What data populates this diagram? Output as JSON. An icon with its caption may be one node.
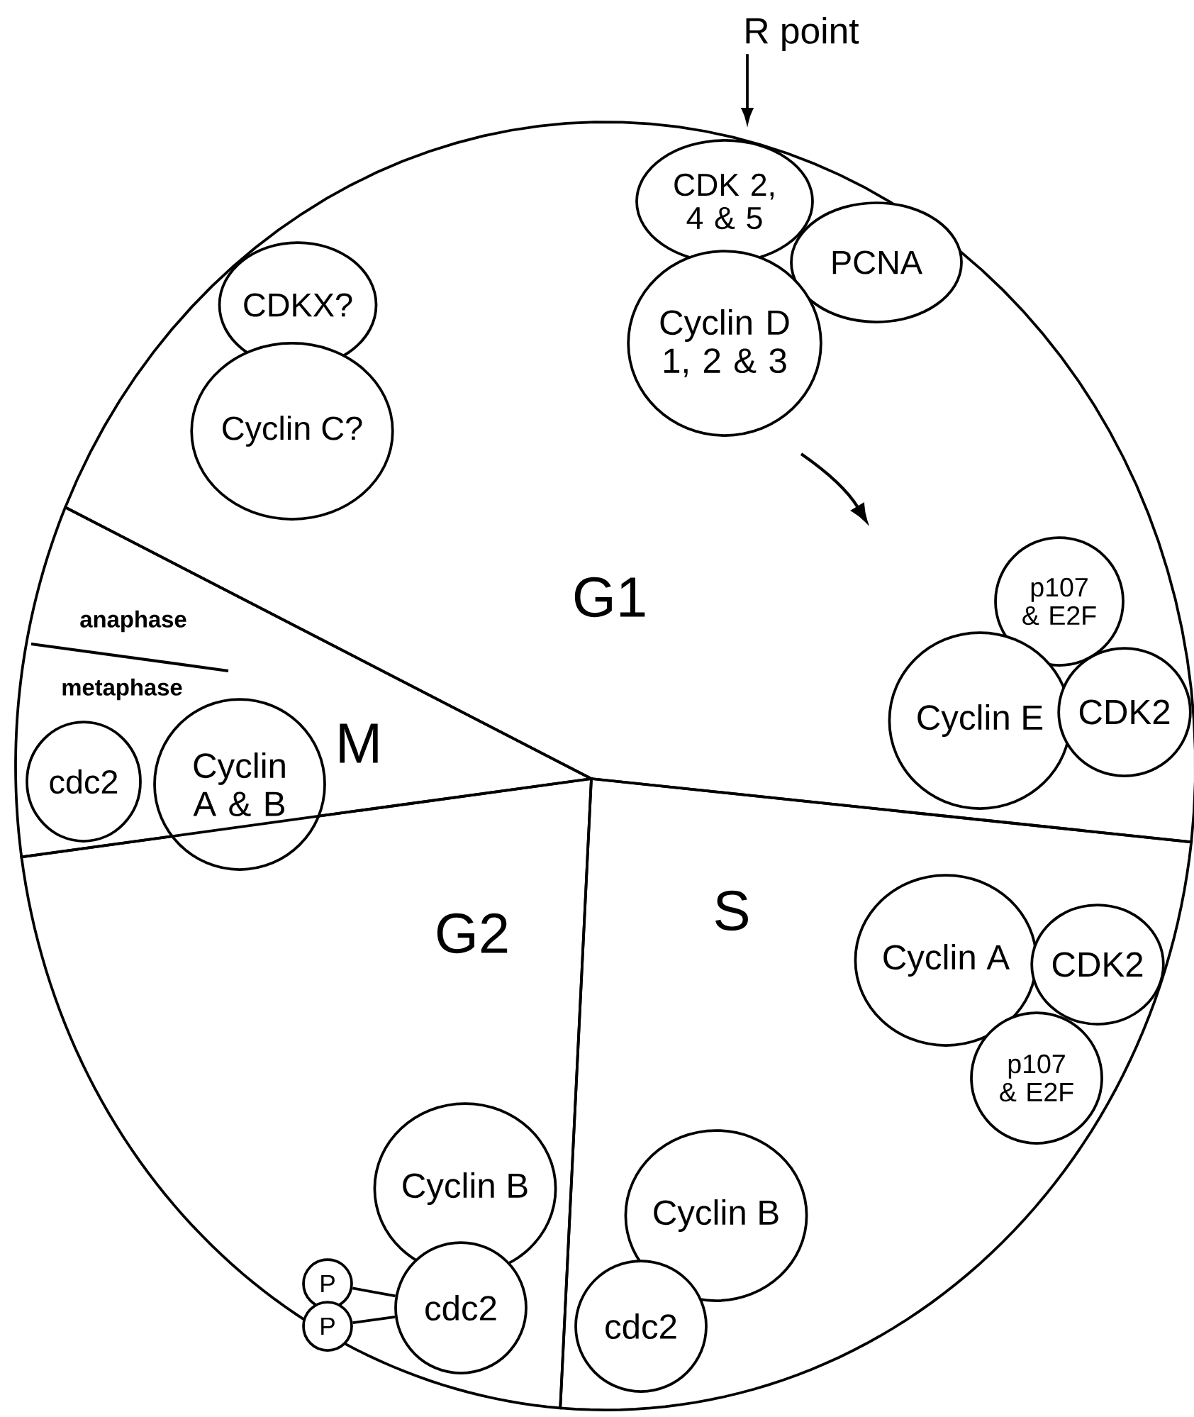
{
  "diagram": {
    "nodes": [
      {
        "text": [
          "R point"
        ]
      },
      {
        "text": [
          "G1"
        ]
      },
      {
        "text": [
          "CDKX?"
        ],
        "in": 1
      },
      {
        "text": [
          "Cyclin C?"
        ],
        "in": 1
      },
      {
        "text": [
          "CDK 2, 4 & 5"
        ],
        "in": 1
      },
      {
        "text": [
          "PCNA"
        ],
        "in": 1
      },
      {
        "text": [
          "Cyclin D 1, 2 & 3"
        ],
        "in": 1
      },
      {
        "text": [
          "p107 & E2F"
        ],
        "in": 1
      },
      {
        "text": [
          "Cyclin E"
        ],
        "in": 1
      },
      {
        "text": [
          "CDK2"
        ],
        "in": 1
      },
      {
        "text": [
          "M"
        ]
      },
      {
        "text": [
          "cdc2"
        ],
        "in": 10
      },
      {
        "text": [
          "Cyclin A & B"
        ],
        "in": 10
      },
      {
        "text": [
          "G2"
        ]
      },
      {
        "text": [
          "Cyclin B"
        ],
        "in": 13
      },
      {
        "text": [
          "P"
        ],
        "in": 13
      },
      {
        "text": [
          "P"
        ],
        "in": 13
      },
      {
        "text": [
          "cdc2"
        ],
        "in": 13
      },
      {
        "text": [
          "S"
        ]
      },
      {
        "text": [
          "Cyclin A"
        ],
        "in": 18
      },
      {
        "text": [
          "CDK2"
        ],
        "in": 18
      },
      {
        "text": [
          "p107 & E2F"
        ],
        "in": 18
      },
      {
        "text": [
          "Cyclin B"
        ],
        "in": 18
      },
      {
        "text": [
          "cdc2"
        ],
        "in": 18
      }
    ],
    "edges": [
      {
        "from": 0,
        "to": null,
        "arrow": "to"
      },
      {
        "from": 15,
        "to": 17,
        "arrow": "none"
      },
      {
        "from": 16,
        "to": 17,
        "arrow": "none"
      }
    ],
    "labels": [
      "anaphase",
      "metaphase"
    ]
  }
}
